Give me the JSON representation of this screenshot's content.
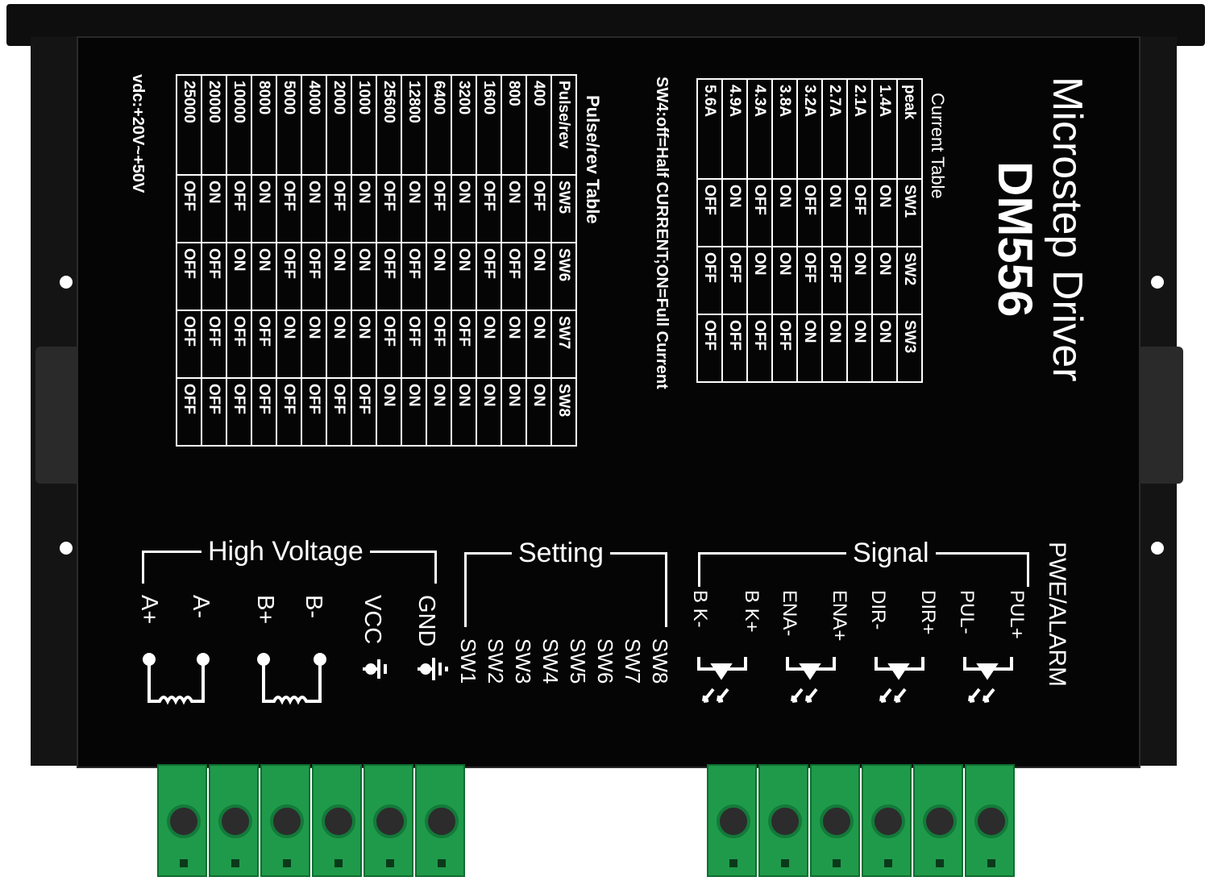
{
  "product": {
    "title": "Microstep Driver",
    "model": "DM556"
  },
  "pulse_table": {
    "title": "Pulse/rev Table",
    "headers": [
      "Pulse/rev",
      "SW5",
      "SW6",
      "SW7",
      "SW8"
    ],
    "rows": [
      [
        "400",
        "OFF",
        "ON",
        "ON",
        "ON"
      ],
      [
        "800",
        "ON",
        "OFF",
        "ON",
        "ON"
      ],
      [
        "1600",
        "OFF",
        "OFF",
        "ON",
        "ON"
      ],
      [
        "3200",
        "ON",
        "ON",
        "OFF",
        "ON"
      ],
      [
        "6400",
        "OFF",
        "ON",
        "OFF",
        "ON"
      ],
      [
        "12800",
        "ON",
        "OFF",
        "OFF",
        "ON"
      ],
      [
        "25600",
        "OFF",
        "OFF",
        "OFF",
        "ON"
      ],
      [
        "1000",
        "ON",
        "ON",
        "ON",
        "OFF"
      ],
      [
        "2000",
        "OFF",
        "ON",
        "ON",
        "OFF"
      ],
      [
        "4000",
        "ON",
        "OFF",
        "ON",
        "OFF"
      ],
      [
        "5000",
        "OFF",
        "OFF",
        "ON",
        "OFF"
      ],
      [
        "8000",
        "ON",
        "ON",
        "OFF",
        "OFF"
      ],
      [
        "10000",
        "OFF",
        "ON",
        "OFF",
        "OFF"
      ],
      [
        "20000",
        "ON",
        "OFF",
        "OFF",
        "OFF"
      ],
      [
        "25000",
        "OFF",
        "OFF",
        "OFF",
        "OFF"
      ]
    ],
    "footer": "vdc:+20V~+50V"
  },
  "current_table": {
    "title": "Current Table",
    "headers": [
      "peak",
      "SW1",
      "SW2",
      "SW3"
    ],
    "rows": [
      [
        "1.4A",
        "ON",
        "ON",
        "ON"
      ],
      [
        "2.1A",
        "OFF",
        "ON",
        "ON"
      ],
      [
        "2.7A",
        "ON",
        "OFF",
        "ON"
      ],
      [
        "3.2A",
        "OFF",
        "OFF",
        "ON"
      ],
      [
        "3.8A",
        "ON",
        "ON",
        "OFF"
      ],
      [
        "4.3A",
        "OFF",
        "ON",
        "OFF"
      ],
      [
        "4.9A",
        "ON",
        "OFF",
        "OFF"
      ],
      [
        "5.6A",
        "OFF",
        "OFF",
        "OFF"
      ]
    ],
    "footer": "SW4:off=Half CURRENT;ON=Full Current"
  },
  "sections": {
    "high_voltage": "High Voltage",
    "setting": "Setting",
    "signal": "Signal",
    "pwe_alarm": "PWE/ALARM"
  },
  "high_voltage_pins": [
    "A+",
    "A-",
    "B+",
    "B-",
    "VCC",
    "GND"
  ],
  "setting_pins": [
    "SW1",
    "SW2",
    "SW3",
    "SW4",
    "SW5",
    "SW6",
    "SW7",
    "SW8"
  ],
  "signal_pins": [
    "B K-",
    "B K+",
    "ENA-",
    "ENA+",
    "DIR-",
    "DIR+",
    "PUL-",
    "PUL+"
  ],
  "colors": {
    "housing": "#050505",
    "print": "#ffffff",
    "terminal": "#1f9a4a"
  }
}
